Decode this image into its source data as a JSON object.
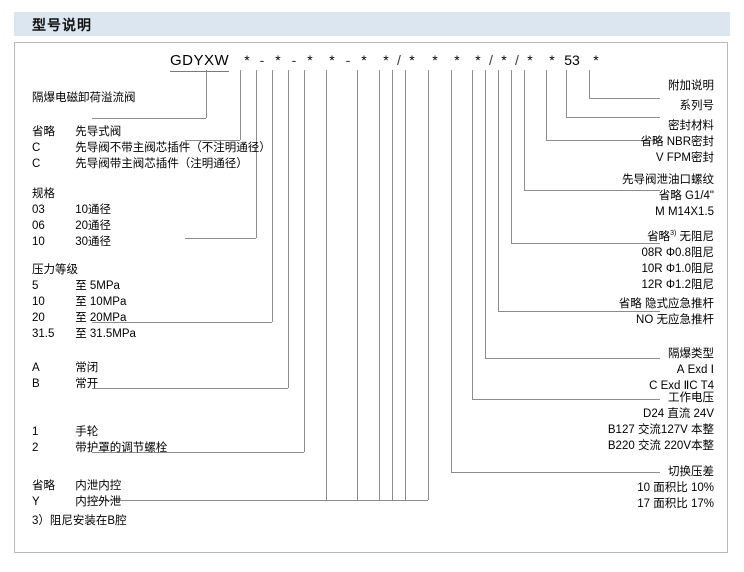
{
  "header": {
    "title": "型号说明"
  },
  "model_code": {
    "prefix": "GDYXW",
    "tokens": [
      "*",
      "-",
      "*",
      "-",
      "*",
      "*",
      "-",
      "*",
      "*",
      "/",
      "*",
      "*",
      "*",
      "*",
      "/",
      "*",
      "/",
      "*",
      "*",
      "53",
      "*"
    ]
  },
  "left_blocks": [
    {
      "name": "product-name",
      "lines": [
        {
          "code": "",
          "desc": "隔爆电磁卸荷溢流阀"
        }
      ]
    },
    {
      "name": "pilot-type",
      "lines": [
        {
          "code": "省略",
          "desc": "先导式阀"
        },
        {
          "code": "C",
          "desc": "先导阀不带主阀芯插件（不注明通径）"
        },
        {
          "code": "C",
          "desc": "先导阀带主阀芯插件（注明通径）"
        }
      ]
    },
    {
      "name": "specification",
      "title": "规格",
      "lines": [
        {
          "code": "03",
          "desc": "10通径"
        },
        {
          "code": "06",
          "desc": "20通径"
        },
        {
          "code": "10",
          "desc": "30通径"
        }
      ]
    },
    {
      "name": "pressure-rating",
      "title": "压力等级",
      "lines": [
        {
          "code": "5",
          "desc": "至  5MPa"
        },
        {
          "code": "10",
          "desc": "至 10MPa"
        },
        {
          "code": "20",
          "desc": "至 20MPa"
        },
        {
          "code": "31.5",
          "desc": "至 31.5MPa"
        }
      ]
    },
    {
      "name": "valve-state",
      "lines": [
        {
          "code": "A",
          "desc": "常闭"
        },
        {
          "code": "B",
          "desc": "常开"
        }
      ]
    },
    {
      "name": "adjustment-type",
      "lines": [
        {
          "code": "1",
          "desc": "手轮"
        },
        {
          "code": "2",
          "desc": "带护罩的调节螺栓"
        }
      ]
    },
    {
      "name": "drain-control",
      "lines": [
        {
          "code": "省略",
          "desc": "内泄内控"
        },
        {
          "code": "Y",
          "desc": "内控外泄"
        }
      ]
    }
  ],
  "right_blocks": [
    {
      "name": "additional-note",
      "lines": [
        {
          "code": "",
          "desc": "附加说明"
        }
      ]
    },
    {
      "name": "series-number",
      "lines": [
        {
          "code": "",
          "desc": "系列号"
        }
      ]
    },
    {
      "name": "seal-material",
      "title": "密封材料",
      "lines": [
        {
          "code": "省略",
          "desc": "NBR密封"
        },
        {
          "code": "V",
          "desc": "FPM密封"
        }
      ]
    },
    {
      "name": "pilot-drain-thread",
      "title": "先导阀泄油口螺纹",
      "lines": [
        {
          "code": "省略",
          "desc": "G1/4\""
        },
        {
          "code": "M",
          "desc": "M14X1.5"
        }
      ]
    },
    {
      "name": "damping",
      "lines": [
        {
          "code": "省略",
          "sup": "3)",
          "desc": "无阻尼"
        },
        {
          "code": "08R",
          "desc": "Φ0.8阻尼"
        },
        {
          "code": "10R",
          "desc": "Φ1.0阻尼"
        },
        {
          "code": "12R",
          "desc": "Φ1.2阻尼"
        }
      ]
    },
    {
      "name": "emergency-rod",
      "lines": [
        {
          "code": "省略",
          "desc": "隐式应急推杆"
        },
        {
          "code": "NO",
          "desc": "无应急推杆"
        }
      ]
    },
    {
      "name": "explosion-proof-type",
      "title": "隔爆类型",
      "lines": [
        {
          "code": "A",
          "desc": "Exd Ⅰ"
        },
        {
          "code": "C",
          "desc": "Exd ⅡC T4"
        }
      ]
    },
    {
      "name": "working-voltage",
      "title": "工作电压",
      "lines": [
        {
          "code": "D24",
          "desc": "直流 24V"
        },
        {
          "code": "B127",
          "desc": "交流127V 本整"
        },
        {
          "code": "B220",
          "desc": "交流 220V本整"
        }
      ]
    },
    {
      "name": "switching-pressure-difference",
      "title": "切换压差",
      "lines": [
        {
          "code": "10",
          "desc": "面积比  10%"
        },
        {
          "code": "17",
          "desc": "面积比  17%"
        }
      ]
    }
  ],
  "footnote": "3）阻尼安装在B腔",
  "colors": {
    "header_bg": "#dce6f0",
    "frame_border": "#b9b9b9",
    "leader_line": "#8c8c8c",
    "text": "#000000"
  }
}
